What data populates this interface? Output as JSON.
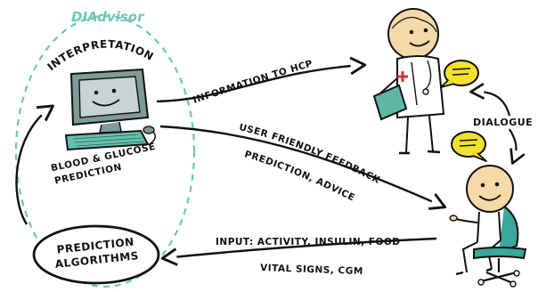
{
  "brand": {
    "title": "DIAdvisor"
  },
  "labels": {
    "interpretation": "INTERPRETATION",
    "information_to_hcp": "INFORMATION TO HCP",
    "dialogue": "DIALOGUE",
    "user_friendly_feedback": "USER FRIENDLY FEEDBACK",
    "prediction_advice": "PREDICTION, ADVICE",
    "blood_glucose": "BLOOD & GLUCOSE",
    "prediction": "PREDICTION",
    "prediction_algorithms_line1": "PREDICTION",
    "prediction_algorithms_line2": "ALGORITHMS",
    "input": "INPUT: ACTIVITY, INSULIN, FOOD",
    "vital_signs": "VITAL SIGNS, CGM"
  },
  "colors": {
    "accent": "#6cc7b4",
    "monitor_frame": "#7e9a9a",
    "screen": "#c9d3d3",
    "keyboard": "#64c1b0",
    "skin": "#f6d9a8",
    "bubble": "#f2e12e",
    "chair": "#3aa89a",
    "folder": "#5fb8a6",
    "cross": "#d9352c"
  }
}
